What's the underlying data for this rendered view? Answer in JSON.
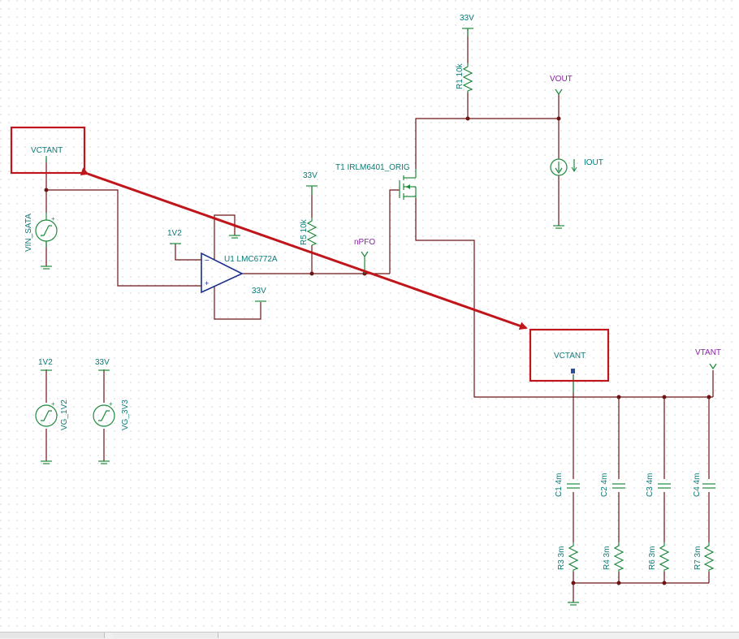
{
  "power_labels": {
    "v33_r1": "33V",
    "v33_r5": "33V",
    "v1v2_opamp": "1V2",
    "v33_opamp": "33V",
    "v1v2_src": "1V2",
    "v33_src": "33V"
  },
  "nets": {
    "vout": "VOUT",
    "npfo": "nPFO",
    "vtant": "VTANT"
  },
  "components": {
    "r1": "R1 10k",
    "r5": "R5 10k",
    "t1": "T1 IRLM6401_ORIG",
    "u1": "U1 LMC6772A",
    "iout": "IOUT",
    "vin": "VIN_SATA",
    "vg12": "VG_1V2",
    "vg33": "VG_3V3",
    "c1": "C1 4m",
    "c2": "C2 4m",
    "c3": "C3 4m",
    "c4": "C4 4m",
    "r3": "R3 3m",
    "r4": "R4 3m",
    "r6": "R6 3m",
    "r7": "R7 3m"
  },
  "annotations": {
    "left_box": "VCTANT",
    "right_box": "VCTANT",
    "arrow_color": "#c0151a",
    "box_color": "#c0151a"
  },
  "colors": {
    "wire": "#6e1414",
    "component": "#1e8a3c",
    "opamp": "#1a2f8c",
    "label": "#0a7a76",
    "net_label": "#8a1fa8"
  }
}
